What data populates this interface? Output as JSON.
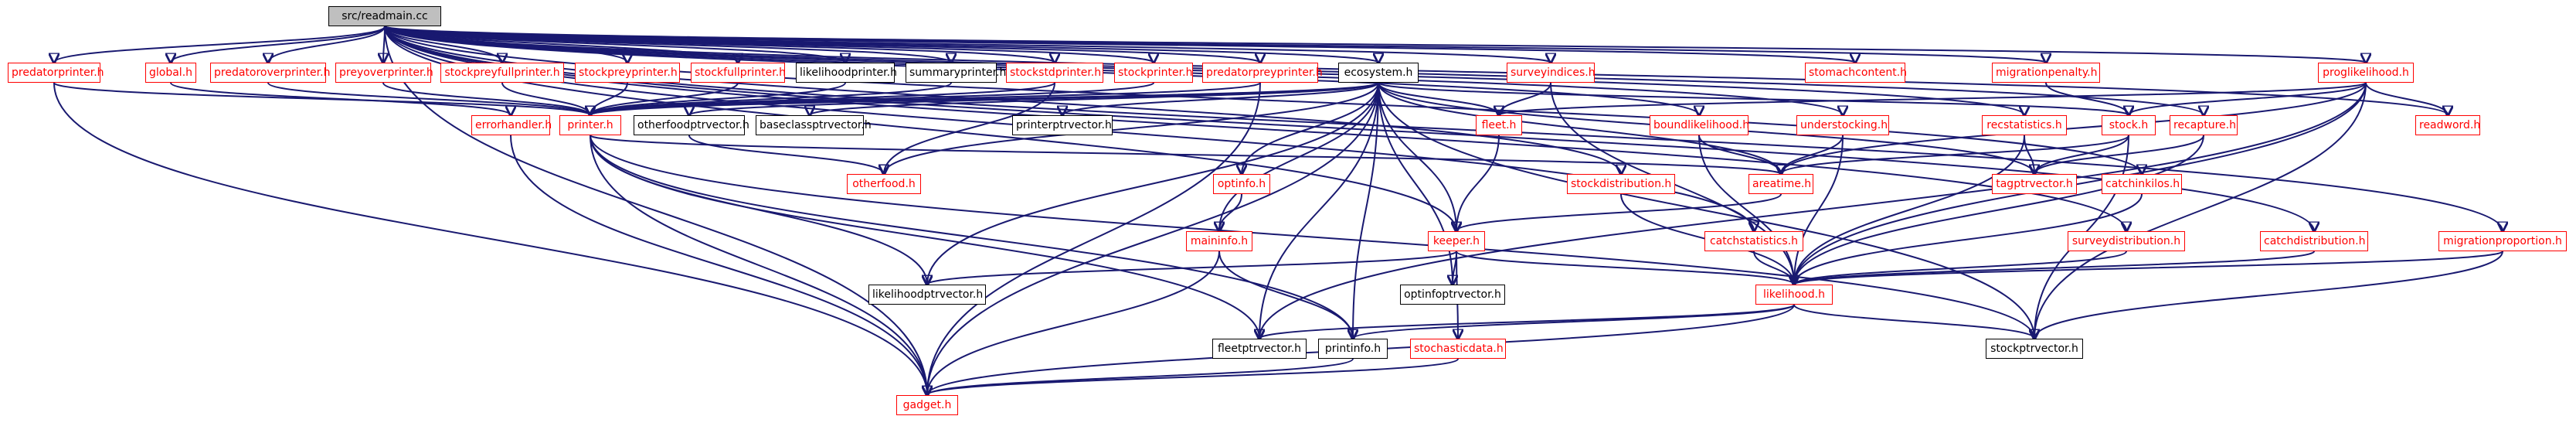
{
  "colors": {
    "edge": "#191970",
    "missing": "#ff0000",
    "root_fill": "#bfbfbf",
    "node_border": "#000000"
  },
  "nodes": [
    {
      "id": "readmain",
      "label": "src/readmain.cc",
      "kind": "root"
    },
    {
      "id": "predatorprinter",
      "label": "predatorprinter.h",
      "kind": "red"
    },
    {
      "id": "global",
      "label": "global.h",
      "kind": "red"
    },
    {
      "id": "predatoroverprinter",
      "label": "predatoroverprinter.h",
      "kind": "red"
    },
    {
      "id": "preyoverprinter",
      "label": "preyoverprinter.h",
      "kind": "red"
    },
    {
      "id": "stockpreyfullprinter",
      "label": "stockpreyfullprinter.h",
      "kind": "red"
    },
    {
      "id": "stockpreyprinter",
      "label": "stockpreyprinter.h",
      "kind": "red"
    },
    {
      "id": "stockfullprinter",
      "label": "stockfullprinter.h",
      "kind": "red"
    },
    {
      "id": "likelihoodprinter",
      "label": "likelihoodprinter.h",
      "kind": "black"
    },
    {
      "id": "summaryprinter",
      "label": "summaryprinter.h",
      "kind": "black"
    },
    {
      "id": "stockstdprinter",
      "label": "stockstdprinter.h",
      "kind": "red"
    },
    {
      "id": "stockprinter",
      "label": "stockprinter.h",
      "kind": "red"
    },
    {
      "id": "predatorpreyprinter",
      "label": "predatorpreyprinter.h",
      "kind": "red"
    },
    {
      "id": "ecosystem",
      "label": "ecosystem.h",
      "kind": "black"
    },
    {
      "id": "surveyindices",
      "label": "surveyindices.h",
      "kind": "red"
    },
    {
      "id": "stomachcontent",
      "label": "stomachcontent.h",
      "kind": "red"
    },
    {
      "id": "migrationpenalty",
      "label": "migrationpenalty.h",
      "kind": "red"
    },
    {
      "id": "proglikelihood",
      "label": "proglikelihood.h",
      "kind": "red"
    },
    {
      "id": "errorhandler",
      "label": "errorhandler.h",
      "kind": "red"
    },
    {
      "id": "printer",
      "label": "printer.h",
      "kind": "red"
    },
    {
      "id": "otherfoodptrvector",
      "label": "otherfoodptrvector.h",
      "kind": "black"
    },
    {
      "id": "baseclassptrvector",
      "label": "baseclassptrvector.h",
      "kind": "black"
    },
    {
      "id": "printerptrvector",
      "label": "printerptrvector.h",
      "kind": "black"
    },
    {
      "id": "fleet",
      "label": "fleet.h",
      "kind": "red"
    },
    {
      "id": "boundlikelihood",
      "label": "boundlikelihood.h",
      "kind": "red"
    },
    {
      "id": "understocking",
      "label": "understocking.h",
      "kind": "red"
    },
    {
      "id": "recstatistics",
      "label": "recstatistics.h",
      "kind": "red"
    },
    {
      "id": "stock",
      "label": "stock.h",
      "kind": "red"
    },
    {
      "id": "recapture",
      "label": "recapture.h",
      "kind": "red"
    },
    {
      "id": "readword",
      "label": "readword.h",
      "kind": "red"
    },
    {
      "id": "otherfood",
      "label": "otherfood.h",
      "kind": "red"
    },
    {
      "id": "optinfo",
      "label": "optinfo.h",
      "kind": "red"
    },
    {
      "id": "stockdistribution",
      "label": "stockdistribution.h",
      "kind": "red"
    },
    {
      "id": "areatime",
      "label": "areatime.h",
      "kind": "red"
    },
    {
      "id": "catchinkilos",
      "label": "catchinkilos.h",
      "kind": "red"
    },
    {
      "id": "tagptrvector",
      "label": "tagptrvector.h",
      "kind": "red"
    },
    {
      "id": "maininfo",
      "label": "maininfo.h",
      "kind": "red"
    },
    {
      "id": "keeper",
      "label": "keeper.h",
      "kind": "red"
    },
    {
      "id": "catchstatistics",
      "label": "catchstatistics.h",
      "kind": "red"
    },
    {
      "id": "surveydistribution",
      "label": "surveydistribution.h",
      "kind": "red"
    },
    {
      "id": "catchdistribution",
      "label": "catchdistribution.h",
      "kind": "red"
    },
    {
      "id": "migrationproportion",
      "label": "migrationproportion.h",
      "kind": "red"
    },
    {
      "id": "likelihoodptrvector",
      "label": "likelihoodptrvector.h",
      "kind": "black"
    },
    {
      "id": "optinfoptrvector",
      "label": "optinfoptrvector.h",
      "kind": "black"
    },
    {
      "id": "likelihood",
      "label": "likelihood.h",
      "kind": "red"
    },
    {
      "id": "fleetptrvector",
      "label": "fleetptrvector.h",
      "kind": "black"
    },
    {
      "id": "printinfo",
      "label": "printinfo.h",
      "kind": "black"
    },
    {
      "id": "stochasticdata",
      "label": "stochasticdata.h",
      "kind": "red"
    },
    {
      "id": "stockptrvector",
      "label": "stockptrvector.h",
      "kind": "black"
    },
    {
      "id": "gadget",
      "label": "gadget.h",
      "kind": "red"
    }
  ],
  "edges": [
    [
      "readmain",
      "predatorprinter"
    ],
    [
      "readmain",
      "global"
    ],
    [
      "readmain",
      "predatoroverprinter"
    ],
    [
      "readmain",
      "preyoverprinter"
    ],
    [
      "readmain",
      "stockpreyfullprinter"
    ],
    [
      "readmain",
      "stockpreyprinter"
    ],
    [
      "readmain",
      "stockfullprinter"
    ],
    [
      "readmain",
      "likelihoodprinter"
    ],
    [
      "readmain",
      "summaryprinter"
    ],
    [
      "readmain",
      "stockstdprinter"
    ],
    [
      "readmain",
      "stockprinter"
    ],
    [
      "readmain",
      "predatorpreyprinter"
    ],
    [
      "readmain",
      "ecosystem"
    ],
    [
      "readmain",
      "surveyindices"
    ],
    [
      "readmain",
      "stomachcontent"
    ],
    [
      "readmain",
      "migrationpenalty"
    ],
    [
      "readmain",
      "proglikelihood"
    ],
    [
      "readmain",
      "readword"
    ],
    [
      "readmain",
      "boundlikelihood"
    ],
    [
      "readmain",
      "understocking"
    ],
    [
      "readmain",
      "recstatistics"
    ],
    [
      "readmain",
      "recapture"
    ],
    [
      "readmain",
      "stockdistribution"
    ],
    [
      "readmain",
      "catchinkilos"
    ],
    [
      "readmain",
      "keeper"
    ],
    [
      "readmain",
      "catchstatistics"
    ],
    [
      "readmain",
      "surveydistribution"
    ],
    [
      "readmain",
      "catchdistribution"
    ],
    [
      "readmain",
      "migrationproportion"
    ],
    [
      "readmain",
      "gadget"
    ],
    [
      "predatorprinter",
      "printer"
    ],
    [
      "predatorprinter",
      "gadget"
    ],
    [
      "global",
      "errorhandler"
    ],
    [
      "predatoroverprinter",
      "printer"
    ],
    [
      "preyoverprinter",
      "printer"
    ],
    [
      "stockpreyfullprinter",
      "printer"
    ],
    [
      "stockpreyprinter",
      "printer"
    ],
    [
      "stockfullprinter",
      "printer"
    ],
    [
      "likelihoodprinter",
      "printer"
    ],
    [
      "summaryprinter",
      "printer"
    ],
    [
      "stockstdprinter",
      "printer"
    ],
    [
      "stockprinter",
      "printer"
    ],
    [
      "predatorpreyprinter",
      "printer"
    ],
    [
      "predatorpreyprinter",
      "gadget"
    ],
    [
      "stockstdprinter",
      "otherfood"
    ],
    [
      "errorhandler",
      "gadget"
    ],
    [
      "printer",
      "gadget"
    ],
    [
      "printer",
      "areatime"
    ],
    [
      "printer",
      "printinfo"
    ],
    [
      "printer",
      "likelihoodptrvector"
    ],
    [
      "printer",
      "stockptrvector"
    ],
    [
      "printer",
      "fleetptrvector"
    ],
    [
      "ecosystem",
      "printer"
    ],
    [
      "ecosystem",
      "otherfoodptrvector"
    ],
    [
      "ecosystem",
      "baseclassptrvector"
    ],
    [
      "ecosystem",
      "printerptrvector"
    ],
    [
      "ecosystem",
      "fleet"
    ],
    [
      "ecosystem",
      "stock"
    ],
    [
      "ecosystem",
      "areatime"
    ],
    [
      "ecosystem",
      "tagptrvector"
    ],
    [
      "ecosystem",
      "optinfo"
    ],
    [
      "ecosystem",
      "maininfo"
    ],
    [
      "ecosystem",
      "keeper"
    ],
    [
      "ecosystem",
      "likelihoodptrvector"
    ],
    [
      "ecosystem",
      "optinfoptrvector"
    ],
    [
      "ecosystem",
      "fleetptrvector"
    ],
    [
      "ecosystem",
      "printinfo"
    ],
    [
      "ecosystem",
      "stockptrvector"
    ],
    [
      "ecosystem",
      "gadget"
    ],
    [
      "ecosystem",
      "otherfood"
    ],
    [
      "otherfoodptrvector",
      "otherfood"
    ],
    [
      "surveyindices",
      "fleet"
    ],
    [
      "surveyindices",
      "likelihood"
    ],
    [
      "fleet",
      "keeper"
    ],
    [
      "boundlikelihood",
      "areatime"
    ],
    [
      "boundlikelihood",
      "likelihood"
    ],
    [
      "understocking",
      "areatime"
    ],
    [
      "understocking",
      "likelihood"
    ],
    [
      "recstatistics",
      "tagptrvector"
    ],
    [
      "recstatistics",
      "likelihood"
    ],
    [
      "migrationpenalty",
      "stock"
    ],
    [
      "stock",
      "areatime"
    ],
    [
      "stock",
      "tagptrvector"
    ],
    [
      "stock",
      "stockptrvector"
    ],
    [
      "proglikelihood",
      "stock"
    ],
    [
      "proglikelihood",
      "readword"
    ],
    [
      "proglikelihood",
      "fleet"
    ],
    [
      "proglikelihood",
      "areatime"
    ],
    [
      "proglikelihood",
      "likelihood"
    ],
    [
      "proglikelihood",
      "stockptrvector"
    ],
    [
      "proglikelihood",
      "fleetptrvector"
    ],
    [
      "recapture",
      "tagptrvector"
    ],
    [
      "recapture",
      "likelihood"
    ],
    [
      "optinfo",
      "maininfo"
    ],
    [
      "stockdistribution",
      "likelihood"
    ],
    [
      "areatime",
      "keeper"
    ],
    [
      "catchinkilos",
      "likelihood"
    ],
    [
      "maininfo",
      "printinfo"
    ],
    [
      "maininfo",
      "gadget"
    ],
    [
      "keeper",
      "likelihood"
    ],
    [
      "keeper",
      "likelihoodptrvector"
    ],
    [
      "keeper",
      "optinfoptrvector"
    ],
    [
      "keeper",
      "stochasticdata"
    ],
    [
      "catchstatistics",
      "likelihood"
    ],
    [
      "surveydistribution",
      "likelihood"
    ],
    [
      "catchdistribution",
      "likelihood"
    ],
    [
      "migrationproportion",
      "likelihood"
    ],
    [
      "migrationproportion",
      "stockptrvector"
    ],
    [
      "likelihood",
      "fleetptrvector"
    ],
    [
      "likelihood",
      "printinfo"
    ],
    [
      "likelihood",
      "stockptrvector"
    ],
    [
      "likelihood",
      "gadget"
    ],
    [
      "printinfo",
      "gadget"
    ],
    [
      "stochasticdata",
      "gadget"
    ]
  ]
}
